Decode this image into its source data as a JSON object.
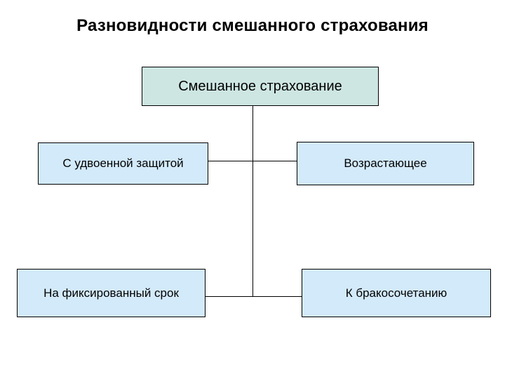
{
  "slide": {
    "title": "Разновидности смешанного страхования",
    "root": {
      "label": "Смешанное страхование"
    },
    "children": [
      {
        "label": "С удвоенной защитой"
      },
      {
        "label": "Возрастающее"
      },
      {
        "label": "На фиксированный срок"
      },
      {
        "label": "К бракосочетанию"
      }
    ],
    "colors": {
      "background": "#ffffff",
      "root_fill": "#cde6e2",
      "child_fill": "#d3eafb",
      "border": "#000000",
      "text": "#000000"
    }
  }
}
